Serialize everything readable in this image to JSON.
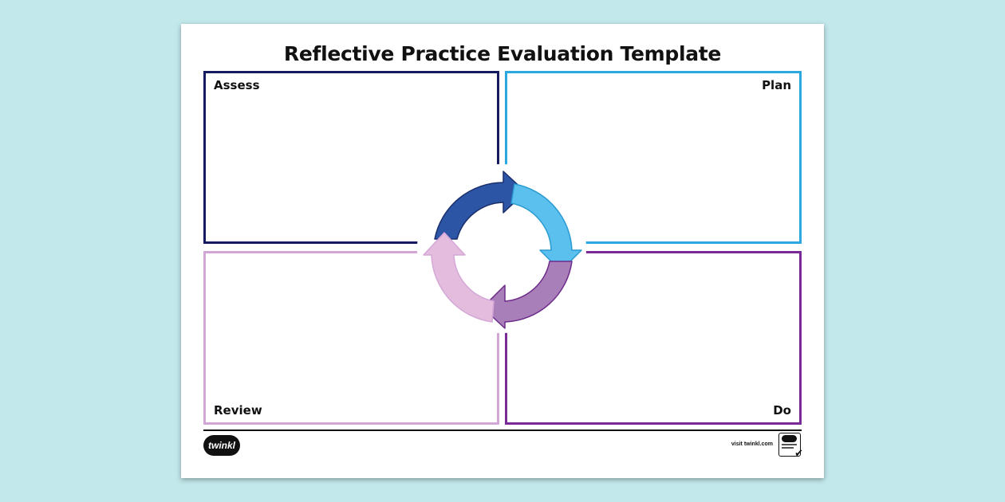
{
  "document": {
    "title": "Reflective Practice Evaluation Template",
    "boxes": {
      "assess": "Assess",
      "plan": "Plan",
      "review": "Review",
      "do": "Do"
    },
    "footer": {
      "visit": "visit twinkl.com"
    }
  },
  "colors": {
    "background": "#c2e8eb",
    "assess": "#151b5e",
    "plan": "#2aa8df",
    "review": "#d2a6d5",
    "do": "#7a2a97",
    "arrow_dark_blue": "#2c55a6",
    "arrow_light_blue": "#5cc0ee",
    "arrow_purple": "#a97fb9",
    "arrow_pink": "#e3bcde"
  },
  "icons": {
    "cycle": "cycle-arrows-icon",
    "logo": "twinkl-logo",
    "badge": "quality-badge-icon"
  }
}
